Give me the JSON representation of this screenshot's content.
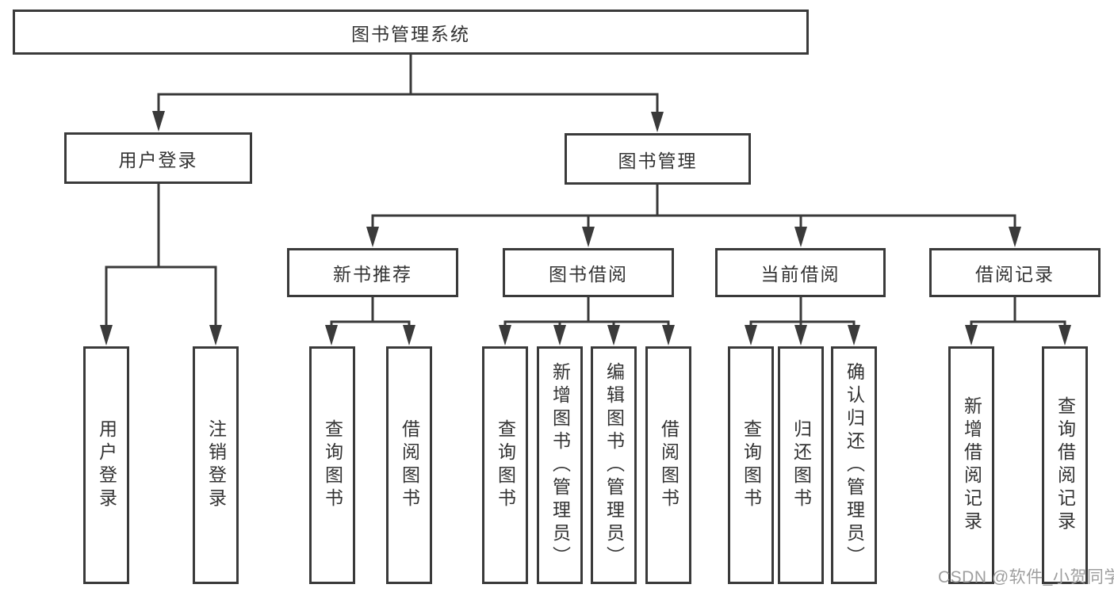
{
  "diagram": {
    "root": {
      "label": "图书管理系统"
    },
    "branches": [
      {
        "label": "用户登录",
        "leaves": [
          "用户登录",
          "注销登录"
        ]
      },
      {
        "label": "图书管理",
        "groups": [
          {
            "label": "新书推荐",
            "leaves": [
              "查询图书",
              "借阅图书"
            ]
          },
          {
            "label": "图书借阅",
            "leaves": [
              "查询图书",
              "新增图书（管理员）",
              "编辑图书（管理员）",
              "借阅图书"
            ]
          },
          {
            "label": "当前借阅",
            "leaves": [
              "查询图书",
              "归还图书",
              "确认归还（管理员）"
            ]
          },
          {
            "label": "借阅记录",
            "leaves": [
              "新增借阅记录",
              "查询借阅记录"
            ]
          }
        ]
      }
    ]
  },
  "colors": {
    "line": "#3a3a3a",
    "text": "#333333",
    "box_background": "#ffffff",
    "watermark": "#9e9e9e"
  },
  "watermark": {
    "text": "CSDN @软件_小贺同学"
  }
}
